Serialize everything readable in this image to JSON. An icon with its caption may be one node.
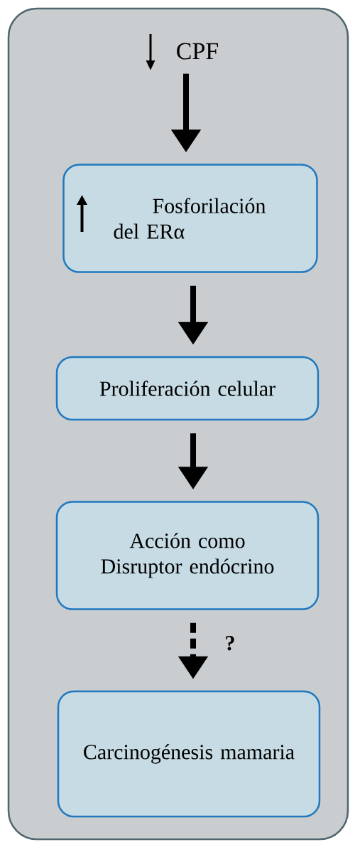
{
  "diagram": {
    "nodes": [
      {
        "text": [],
        "shape": "box"
      },
      {
        "text": [
          "CPF"
        ],
        "in": 0
      },
      {
        "text": [
          "Fosforilación del ERα"
        ],
        "in": 0
      },
      {
        "text": [
          "Proliferación celular"
        ],
        "in": 0
      },
      {
        "text": [
          "Acción como Disruptor endócrino"
        ],
        "in": 0
      },
      {
        "text": [
          "Carcinogénesis mamaria"
        ],
        "in": 0
      }
    ],
    "edges": [
      {
        "from": 1,
        "to": 2,
        "arrow": "to"
      },
      {
        "from": 2,
        "to": 3,
        "arrow": "to"
      },
      {
        "from": 3,
        "to": 4,
        "arrow": "to"
      },
      {
        "from": 4,
        "to": 5,
        "arrow": "to",
        "style": "dashed",
        "label": "?"
      }
    ]
  }
}
